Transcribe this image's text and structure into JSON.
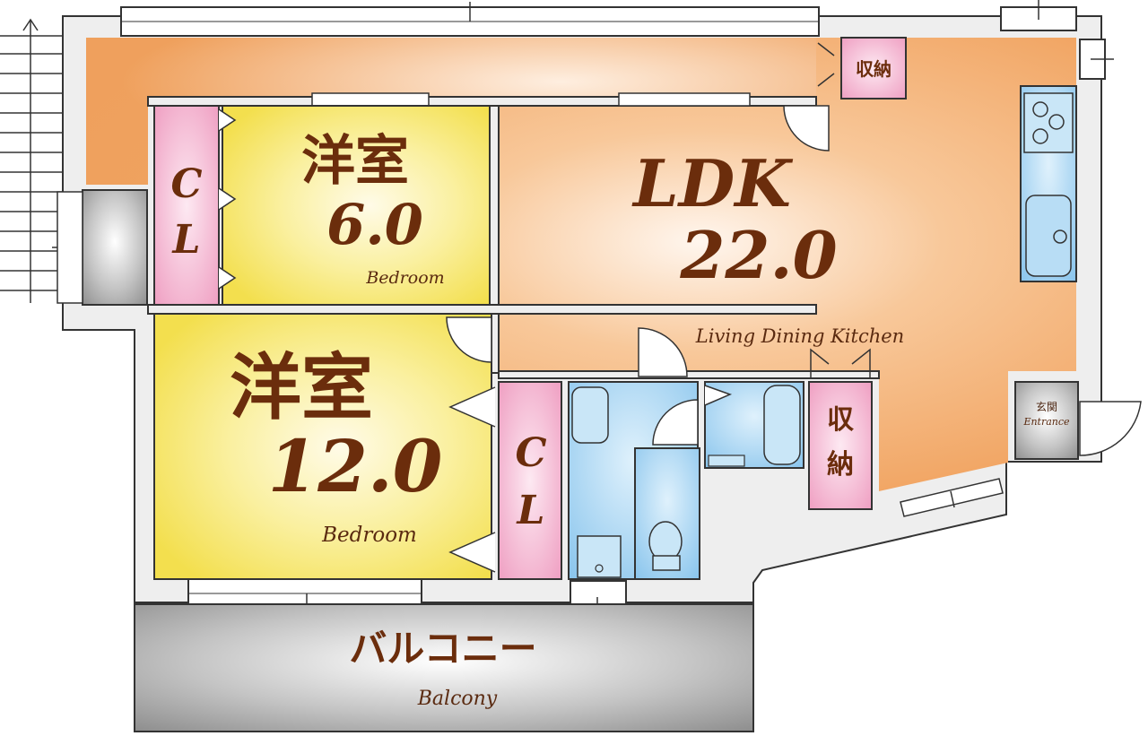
{
  "rooms": {
    "bedroom_small": {
      "name": "洋室",
      "size": "6.0",
      "en": "Bedroom"
    },
    "bedroom_large": {
      "name": "洋室",
      "size": "12.0",
      "en": "Bedroom"
    },
    "ldk": {
      "name": "LDK",
      "size": "22.0",
      "en": "Living Dining Kitchen"
    },
    "closet_top": {
      "label_1": "C",
      "label_2": "L"
    },
    "closet_mid": {
      "label_1": "C",
      "label_2": "L"
    },
    "storage_top": {
      "label": "収納"
    },
    "storage_side": {
      "label_1": "収",
      "label_2": "納"
    },
    "entrance": {
      "jp": "玄関",
      "en": "Entrance"
    },
    "balcony": {
      "jp": "バルコニー",
      "en": "Balcony"
    }
  },
  "colors": {
    "ldk": "#f2a25e",
    "bedroom": "#f7e86a",
    "closet": "#f3b6d2",
    "wet_area": "#9dd1f2",
    "balcony": "#9a9a9a",
    "wall": "#f0f0f0",
    "text": "#6b2d0c"
  }
}
